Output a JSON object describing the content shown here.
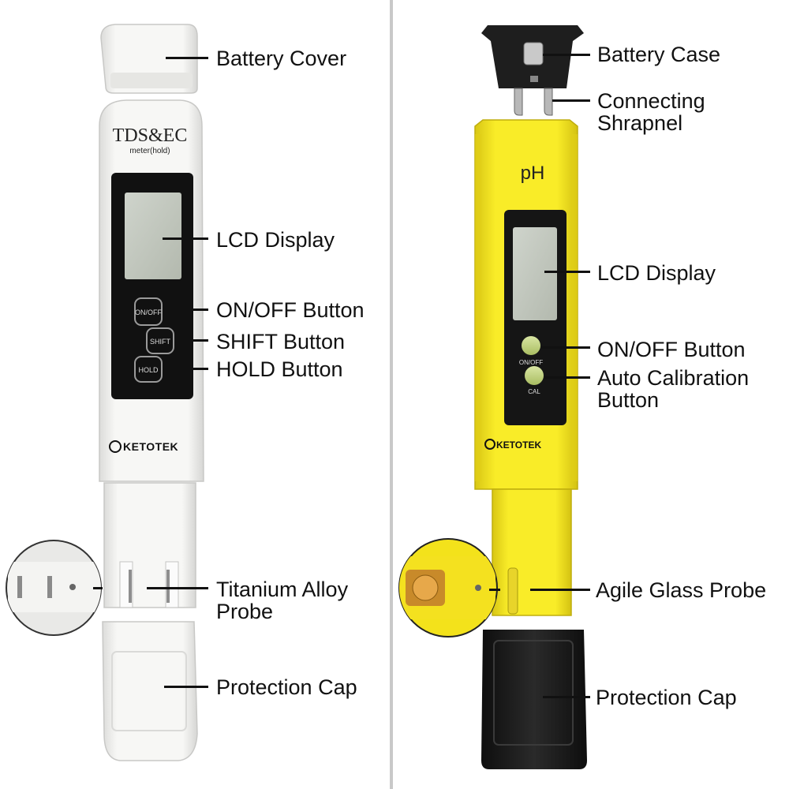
{
  "meters": {
    "left": {
      "brand_title": "TDS&EC",
      "brand_subtitle": "meter(hold)",
      "buttons": {
        "on_off": "ON/OFF",
        "shift": "SHIFT",
        "hold": "HOLD"
      },
      "maker": "KETOTEK",
      "body_color": "#f4f4f2"
    },
    "right": {
      "brand_title": "pH",
      "buttons": {
        "on_off": "ON/OFF",
        "cal": "CAL"
      },
      "maker": "KETOTEK",
      "body_color": "#f7e81f",
      "cap_color": "#1c1c1c"
    }
  },
  "labels": {
    "left": {
      "battery_cover": "Battery Cover",
      "lcd_display": "LCD Display",
      "on_off_button": "ON/OFF Button",
      "shift_button": "SHIFT Button",
      "hold_button": "HOLD Button",
      "titanium_probe_line1": "Titanium Alloy",
      "titanium_probe_line2": "Probe",
      "protection_cap": "Protection Cap"
    },
    "right": {
      "battery_case": "Battery Case",
      "connecting_line1": "Connecting",
      "connecting_line2": "Shrapnel",
      "lcd_display": "LCD Display",
      "on_off_button": "ON/OFF Button",
      "auto_cal_line1": "Auto Calibration",
      "auto_cal_line2": "Button",
      "glass_probe": "Agile Glass Probe",
      "protection_cap": "Protection Cap"
    }
  }
}
